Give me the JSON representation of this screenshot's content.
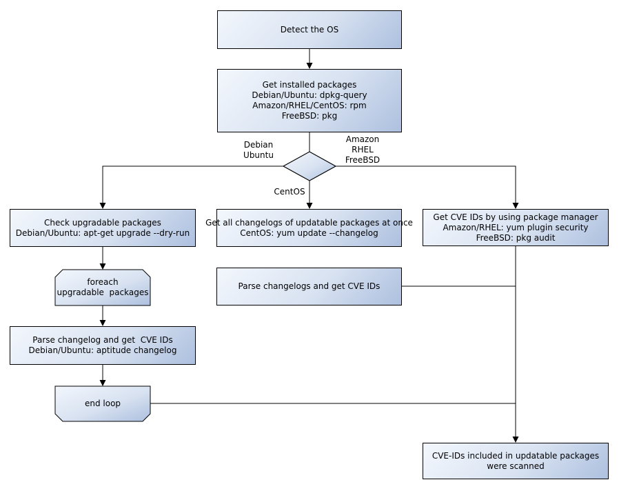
{
  "nodes": {
    "detect_os": {
      "lines": [
        "Detect the OS"
      ]
    },
    "get_installed_packages": {
      "lines": [
        "Get installed packages",
        "Debian/Ubuntu: dpkg-query",
        "Amazon/RHEL/CentOS: rpm",
        "FreeBSD: pkg"
      ]
    },
    "check_upgradable": {
      "lines": [
        "Check upgradable packages",
        "Debian/Ubuntu: apt-get upgrade --dry-run"
      ]
    },
    "foreach_loop_begin": {
      "lines": [
        "foreach",
        "upgradable  packages"
      ]
    },
    "parse_changelog_debian": {
      "lines": [
        "Parse changelog and get  CVE IDs",
        "Debian/Ubuntu: aptitude changelog"
      ]
    },
    "end_loop": {
      "lines": [
        "end loop"
      ]
    },
    "get_all_changelogs": {
      "lines": [
        "Get all changelogs of updatable packages at once",
        "CentOS: yum update --changelog"
      ]
    },
    "parse_changelogs": {
      "lines": [
        "Parse changelogs and get CVE IDs"
      ]
    },
    "get_cve_ids_package_manager": {
      "lines": [
        "Get CVE IDs by using package manager",
        "Amazon/RHEL: yum plugin security",
        "FreeBSD: pkg audit"
      ]
    },
    "scan_result": {
      "lines": [
        "CVE-IDs included in updatable packages",
        "were scanned"
      ]
    }
  },
  "edge_labels": {
    "debian_ubuntu": {
      "lines": [
        "Debian",
        "Ubuntu"
      ]
    },
    "amazon_rhel_freebsd": {
      "lines": [
        "Amazon",
        "RHEL",
        "FreeBSD"
      ]
    },
    "centos": {
      "lines": [
        "CentOS"
      ]
    }
  },
  "colors": {
    "node_gradient_light": "#f3f7fd",
    "node_gradient_dark": "#adc0df",
    "node_border": "#000000",
    "connector_line": "#000000",
    "text": "#000000",
    "background": "#ffffff"
  }
}
